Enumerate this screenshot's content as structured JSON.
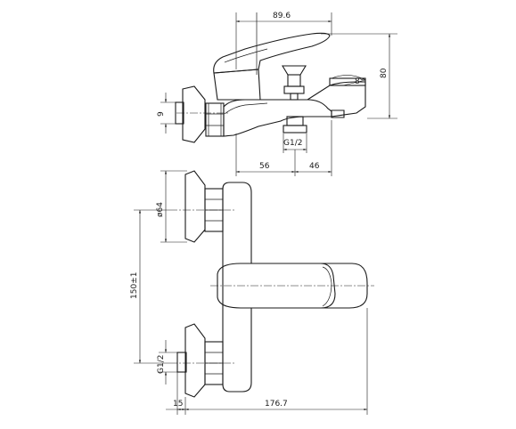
{
  "dimensions": {
    "top_width": "89.6",
    "height": "80",
    "angle": "8°",
    "stem": "9",
    "thread_top": "G1/2",
    "outlet_offset": "56",
    "spout_offset": "46",
    "flange_dia": "ø64",
    "center_distance": "150±1",
    "thread_front": "G1/2",
    "wall_offset": "15",
    "overall_length": "176.7"
  }
}
